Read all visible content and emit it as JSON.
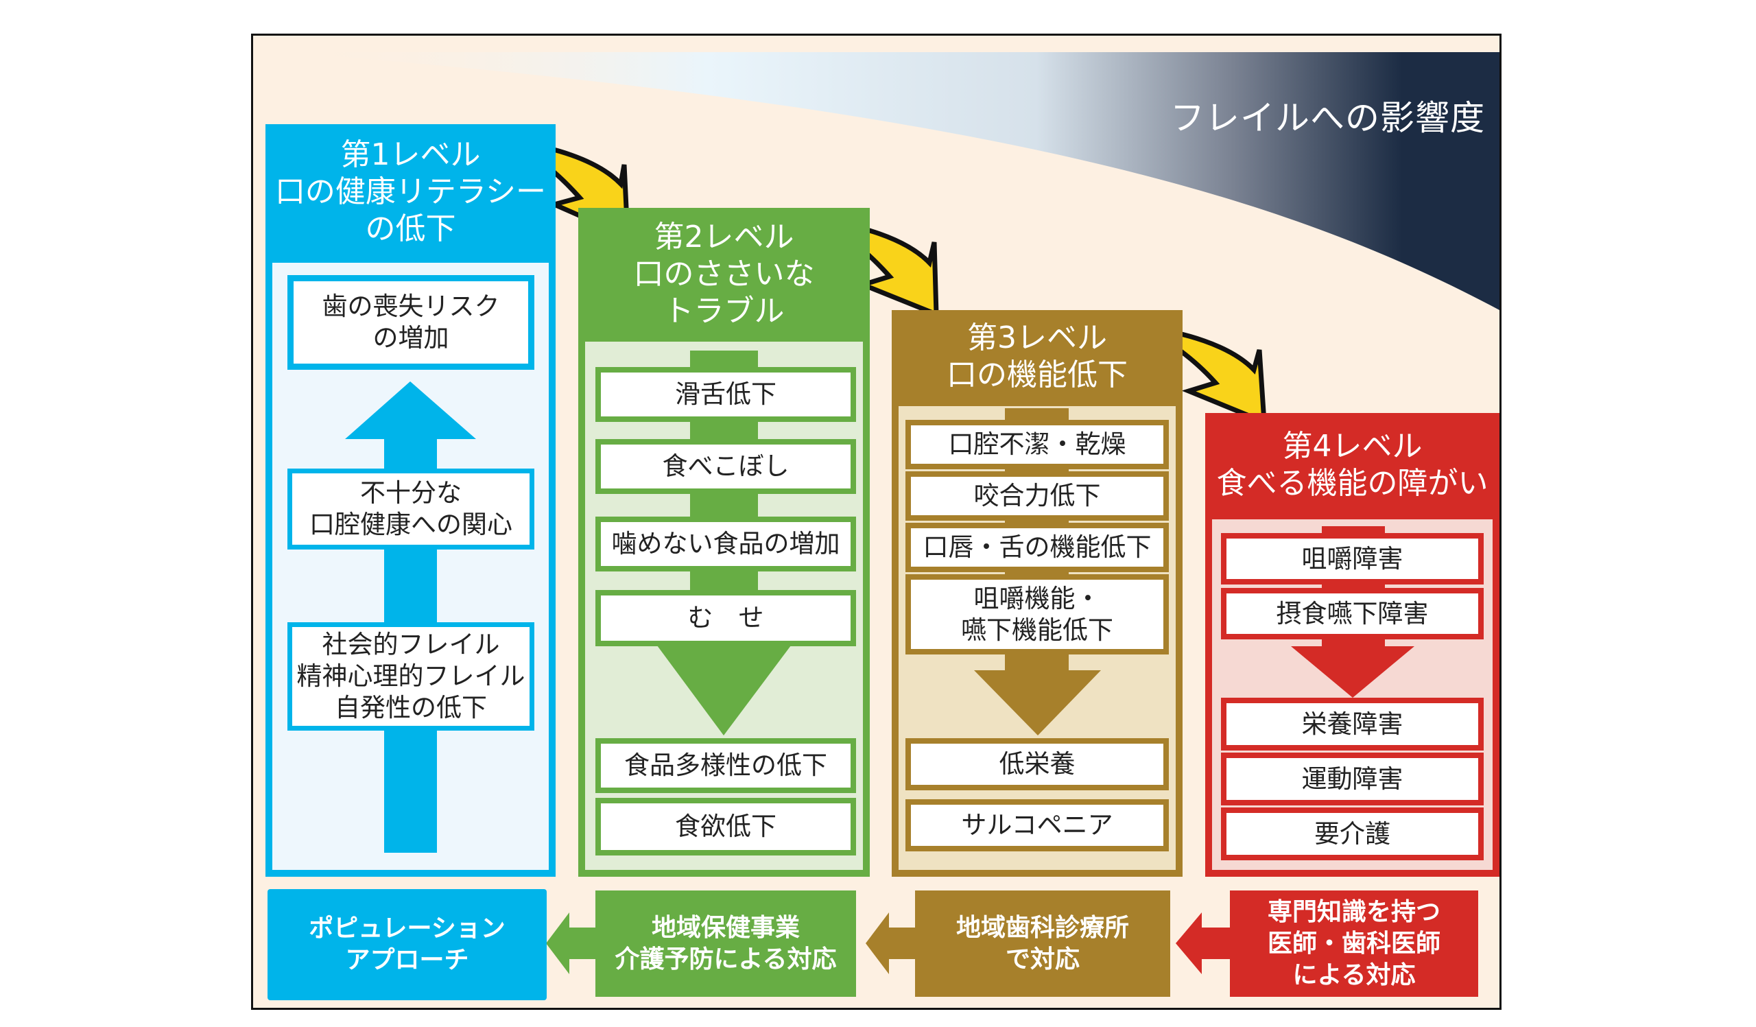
{
  "impact_label": "フレイルへの影響度",
  "colors": {
    "background": "#fdf0e2",
    "level1": "#00b4ea",
    "level1_light": "#eef7fd",
    "level2": "#67ad44",
    "level2_light": "#e1edd6",
    "level3": "#a7802b",
    "level3_light": "#efe2c2",
    "level4": "#d42b26",
    "level4_light": "#f6d9d3",
    "transition_arrow": "#f9d31a",
    "impact_dark": "#1c2c44"
  },
  "levels": [
    {
      "title": "第1レベル\n口の健康リテラシー\nの低下",
      "arrow_direction": "up",
      "items": [
        "歯の喪失リスク\nの増加",
        "不十分な\n口腔健康への関心",
        "社会的フレイル\n精神心理的フレイル\n自発性の低下"
      ]
    },
    {
      "title": "第2レベル\n口のささいな\nトラブル",
      "arrow_direction": "down",
      "items": [
        "滑舌低下",
        "食べこぼし",
        "噛めない食品の増加",
        "む　せ",
        "食品多様性の低下",
        "食欲低下"
      ]
    },
    {
      "title": "第3レベル\n口の機能低下",
      "arrow_direction": "down",
      "items": [
        "口腔不潔・乾燥",
        "咬合力低下",
        "口唇・舌の機能低下",
        "咀嚼機能・\n嚥下機能低下",
        "低栄養",
        "サルコペニア"
      ]
    },
    {
      "title": "第4レベル\n食べる機能の障がい",
      "arrow_direction": "down",
      "items": [
        "咀嚼障害",
        "摂食嚥下障害",
        "栄養障害",
        "運動障害",
        "要介護"
      ]
    }
  ],
  "responses": [
    {
      "label": "ポピュレーション\nアプローチ"
    },
    {
      "label": "地域保健事業\n介護予防による対応"
    },
    {
      "label": "地域歯科診療所\nで対応"
    },
    {
      "label": "専門知識を持つ\n医師・歯科医師\nによる対応"
    }
  ]
}
